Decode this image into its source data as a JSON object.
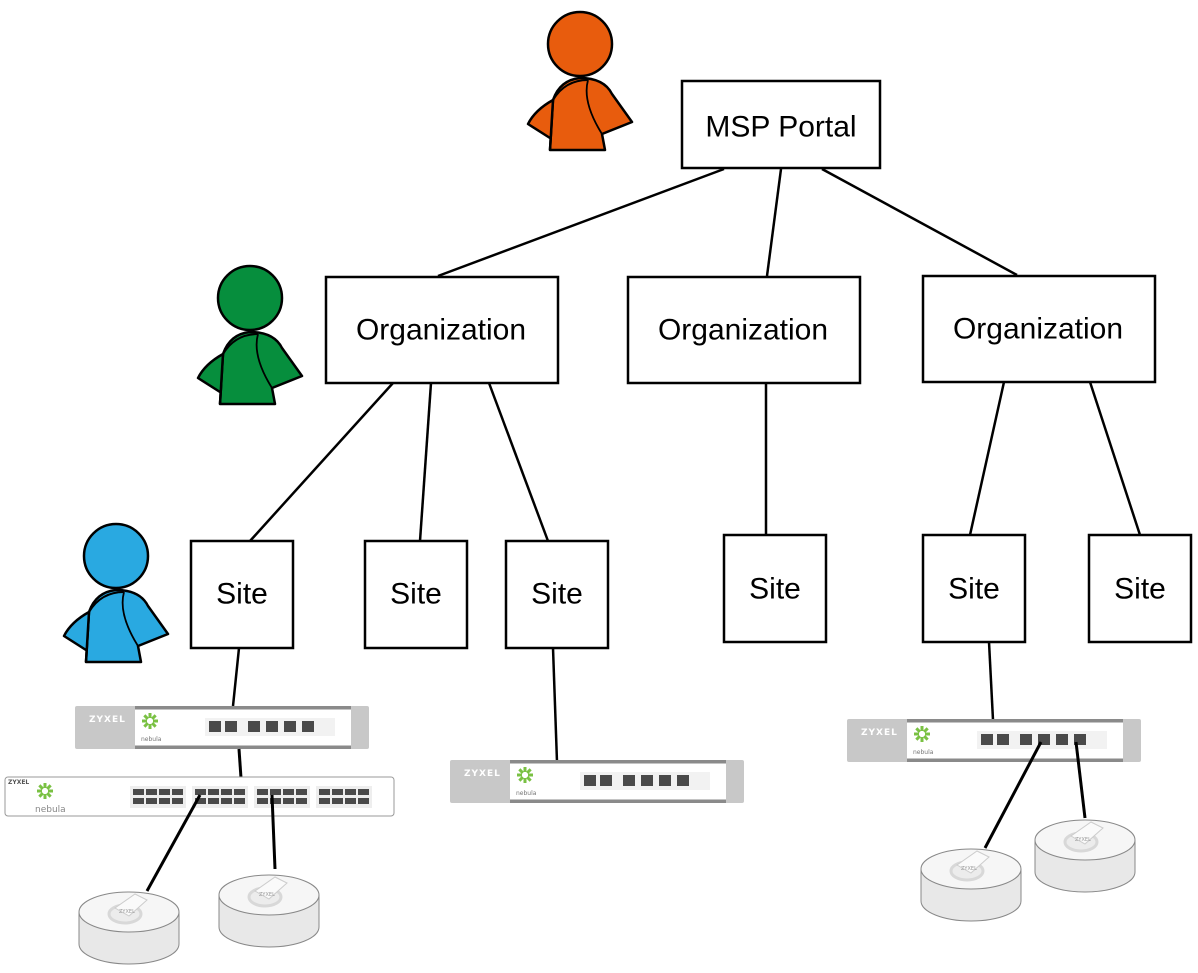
{
  "diagram": {
    "title": "MSP hierarchy",
    "portal": {
      "label": "MSP Portal",
      "user_color": "#e85c0d"
    },
    "organizations": [
      {
        "label": "Organization",
        "user_color": "#068e3d",
        "sites": [
          {
            "label": "Site",
            "user_color": "#29a9e1",
            "devices": [
              "gateway",
              "switch-24",
              "ap",
              "ap"
            ]
          },
          {
            "label": "Site",
            "devices": []
          },
          {
            "label": "Site",
            "devices": [
              "gateway"
            ]
          }
        ]
      },
      {
        "label": "Organization",
        "sites": [
          {
            "label": "Site",
            "devices": []
          }
        ]
      },
      {
        "label": "Organization",
        "sites": [
          {
            "label": "Site",
            "devices": [
              "gateway",
              "ap",
              "ap"
            ]
          },
          {
            "label": "Site",
            "devices": []
          }
        ]
      }
    ],
    "device_branding": {
      "vendor": "ZYXEL",
      "product": "nebula"
    },
    "colors": {
      "msp_user": "#e85c0d",
      "org_user": "#068e3d",
      "site_user": "#29a9e1",
      "nebula_green": "#7ac143"
    }
  }
}
